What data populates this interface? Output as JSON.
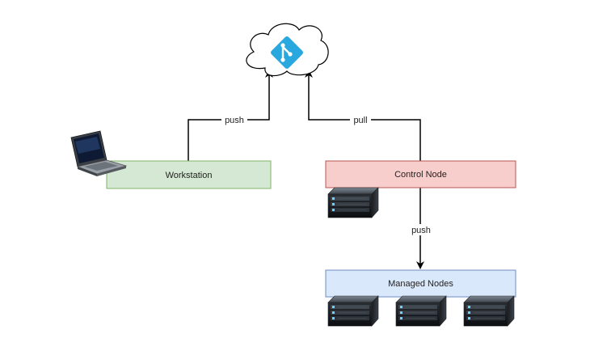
{
  "nodes": {
    "repo": {
      "icon": "git-cloud-icon",
      "color": "#29a8df"
    },
    "workstation": {
      "label": "Workstation",
      "fill": "#d5e8d4",
      "stroke": "#82b366",
      "icon": "laptop-icon"
    },
    "control_node": {
      "label": "Control Node",
      "fill": "#f8cecc",
      "stroke": "#b85450",
      "icon": "server-icon"
    },
    "managed_nodes": {
      "label": "Managed Nodes",
      "fill": "#dae8fc",
      "stroke": "#6c8ebf",
      "icon": "server-icon"
    }
  },
  "edges": {
    "workstation_to_repo": {
      "label": "push"
    },
    "control_from_repo": {
      "label": "pull"
    },
    "control_to_managed": {
      "label": "push"
    }
  }
}
